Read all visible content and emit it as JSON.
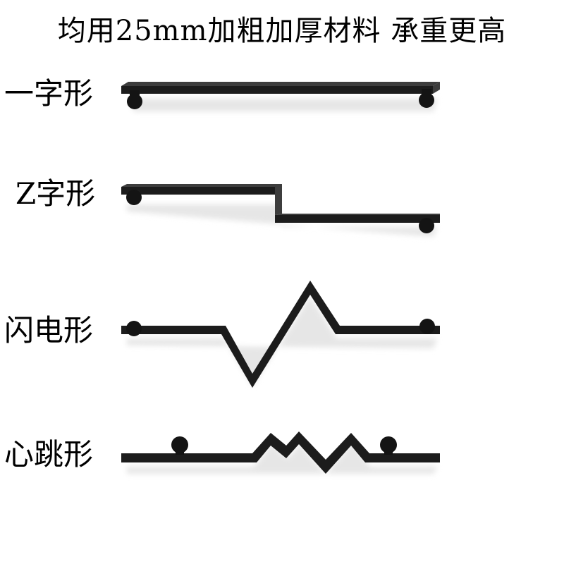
{
  "headline": "均用25mm加粗加厚材料 承重更高",
  "shapes": [
    {
      "id": "straight",
      "label": "一字形"
    },
    {
      "id": "z",
      "label": "Z字形"
    },
    {
      "id": "lightning",
      "label": "闪电形"
    },
    {
      "id": "heartbeat",
      "label": "心跳形"
    }
  ],
  "colors": {
    "bar_top": "#3d3d3d",
    "bar_front": "#1c1c1c",
    "bracket": "#141414",
    "shadow": "#e6e6e6",
    "text": "#000000"
  }
}
